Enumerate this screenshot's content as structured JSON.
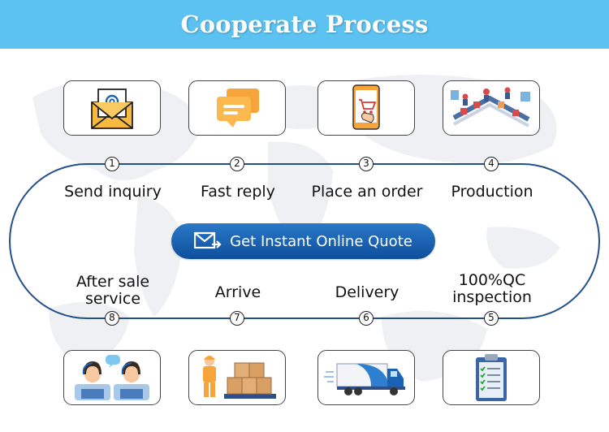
{
  "header": {
    "title": "Cooperate Process"
  },
  "quote_button": {
    "label": "Get Instant Online Quote",
    "icon": "mail-icon"
  },
  "steps": [
    {
      "number": "1",
      "label": "Send inquiry",
      "icon": "email-envelope-icon"
    },
    {
      "number": "2",
      "label": "Fast reply",
      "icon": "chat-bubbles-icon"
    },
    {
      "number": "3",
      "label": "Place an order",
      "icon": "phone-cart-icon"
    },
    {
      "number": "4",
      "label": "Production",
      "icon": "factory-line-icon"
    },
    {
      "number": "5",
      "label": "100%QC\ninspection",
      "icon": "clipboard-checklist-icon"
    },
    {
      "number": "6",
      "label": "Delivery",
      "icon": "truck-icon"
    },
    {
      "number": "7",
      "label": "Arrive",
      "icon": "worker-boxes-icon"
    },
    {
      "number": "8",
      "label": "After sale\nservice",
      "icon": "support-agents-icon"
    }
  ],
  "colors": {
    "header": "#5cc2f1",
    "loop": "#24508a",
    "button": "#1a62b5",
    "accent_orange": "#f7a53a"
  }
}
